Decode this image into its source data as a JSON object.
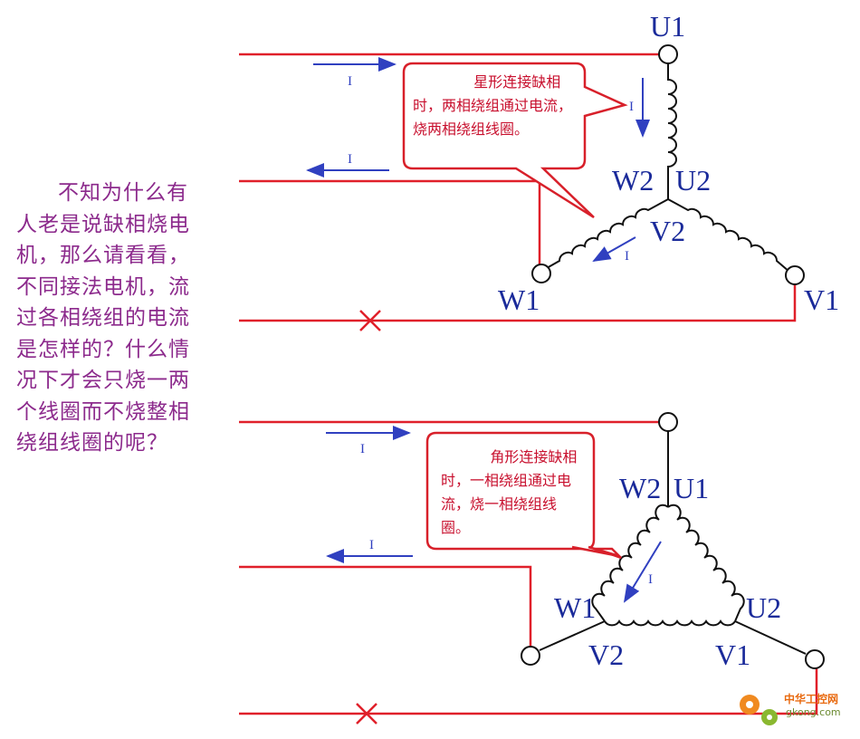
{
  "question": "不知为什么有人老是说缺相烧电机，那么请看看，不同接法电机，流过各相绕组的电流是怎样的？什么情况下才会只烧一两个线圈而不烧整相绕组线圈的呢？",
  "star": {
    "callout": "星形连接缺相时，两相绕组通过电流，烧两相绕组线圈。",
    "labels": {
      "u1": "U1",
      "u2": "U2",
      "w2": "W2",
      "v2": "V2",
      "w1": "W1",
      "v1": "V1"
    },
    "current_labels": [
      "I",
      "I",
      "I",
      "I"
    ]
  },
  "delta": {
    "callout": "角形连接缺相时，一相绕组通过电流，烧一相绕组线圈。",
    "labels": {
      "w2": "W2",
      "u1": "U1",
      "w1": "W1",
      "u2": "U2",
      "v2": "V2",
      "v1": "V1"
    },
    "current_labels": [
      "I",
      "I",
      "I"
    ]
  },
  "watermark": {
    "text": "中华工控网",
    "url": "gkong.com"
  },
  "colors": {
    "supply_line": "#e0202a",
    "winding": "#111111",
    "current_arrow": "#3040c0",
    "terminal_label": "#1a2a9a",
    "question_text": "#8c2a8c",
    "callout_border": "#d8202a",
    "callout_text": "#c8102e"
  }
}
